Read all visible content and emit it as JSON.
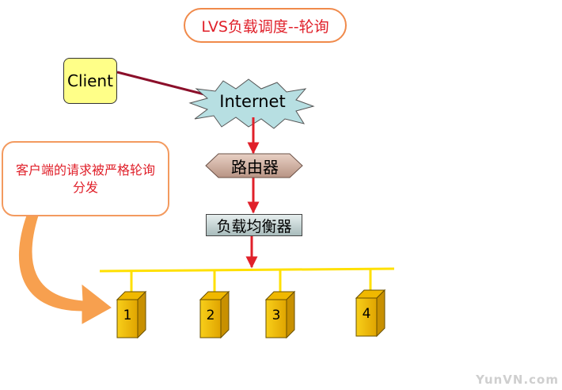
{
  "diagram": {
    "title": "LVS负载调度--轮询",
    "client_label": "Client",
    "internet_label": "Internet",
    "router_label": "路由器",
    "load_balancer_label": "负载均衡器",
    "note_text": "客户端的请求被严格轮询分发",
    "servers": [
      "1",
      "2",
      "3",
      "4"
    ],
    "watermark": "YunVN.com"
  },
  "colors": {
    "arrow": "#e0202a",
    "client_arrow": "#8b0f2a",
    "bus": "#ffe000",
    "server": "#f5c000",
    "callout_border": "#f08a4b",
    "callout_arrow": "#f7a04f"
  }
}
